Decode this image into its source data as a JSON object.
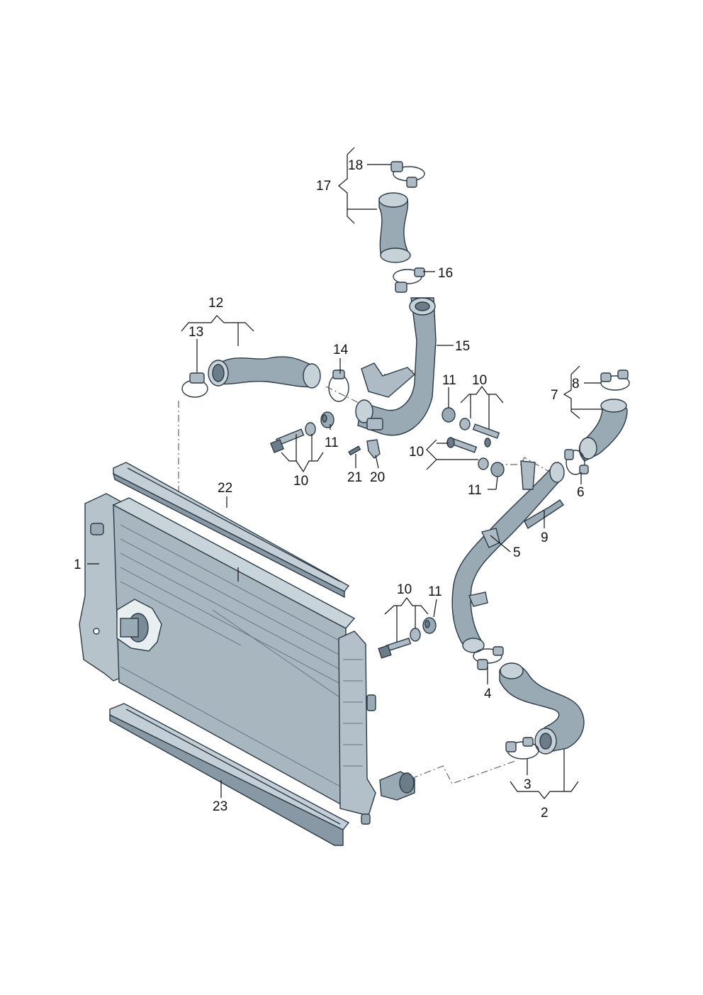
{
  "diagram": {
    "part_labels": {
      "p1": "1",
      "p2": "2",
      "p3": "3",
      "p4": "4",
      "p5": "5",
      "p6": "6",
      "p7": "7",
      "p8": "8",
      "p9": "9",
      "p10a": "10",
      "p10b": "10",
      "p10c": "10",
      "p10d": "10",
      "p11a": "11",
      "p11b": "11",
      "p11c": "11",
      "p11d": "11",
      "p12": "12",
      "p13": "13",
      "p14": "14",
      "p15": "15",
      "p16": "16",
      "p17": "17",
      "p18": "18",
      "p20": "20",
      "p21": "21",
      "p22": "22",
      "p23": "23"
    },
    "colors": {
      "line": "#2a3a46",
      "hose": "#9aaab5",
      "hose_light": "#c6d1d8",
      "metal": "#aebbc4",
      "dark": "#6c7d89"
    }
  }
}
